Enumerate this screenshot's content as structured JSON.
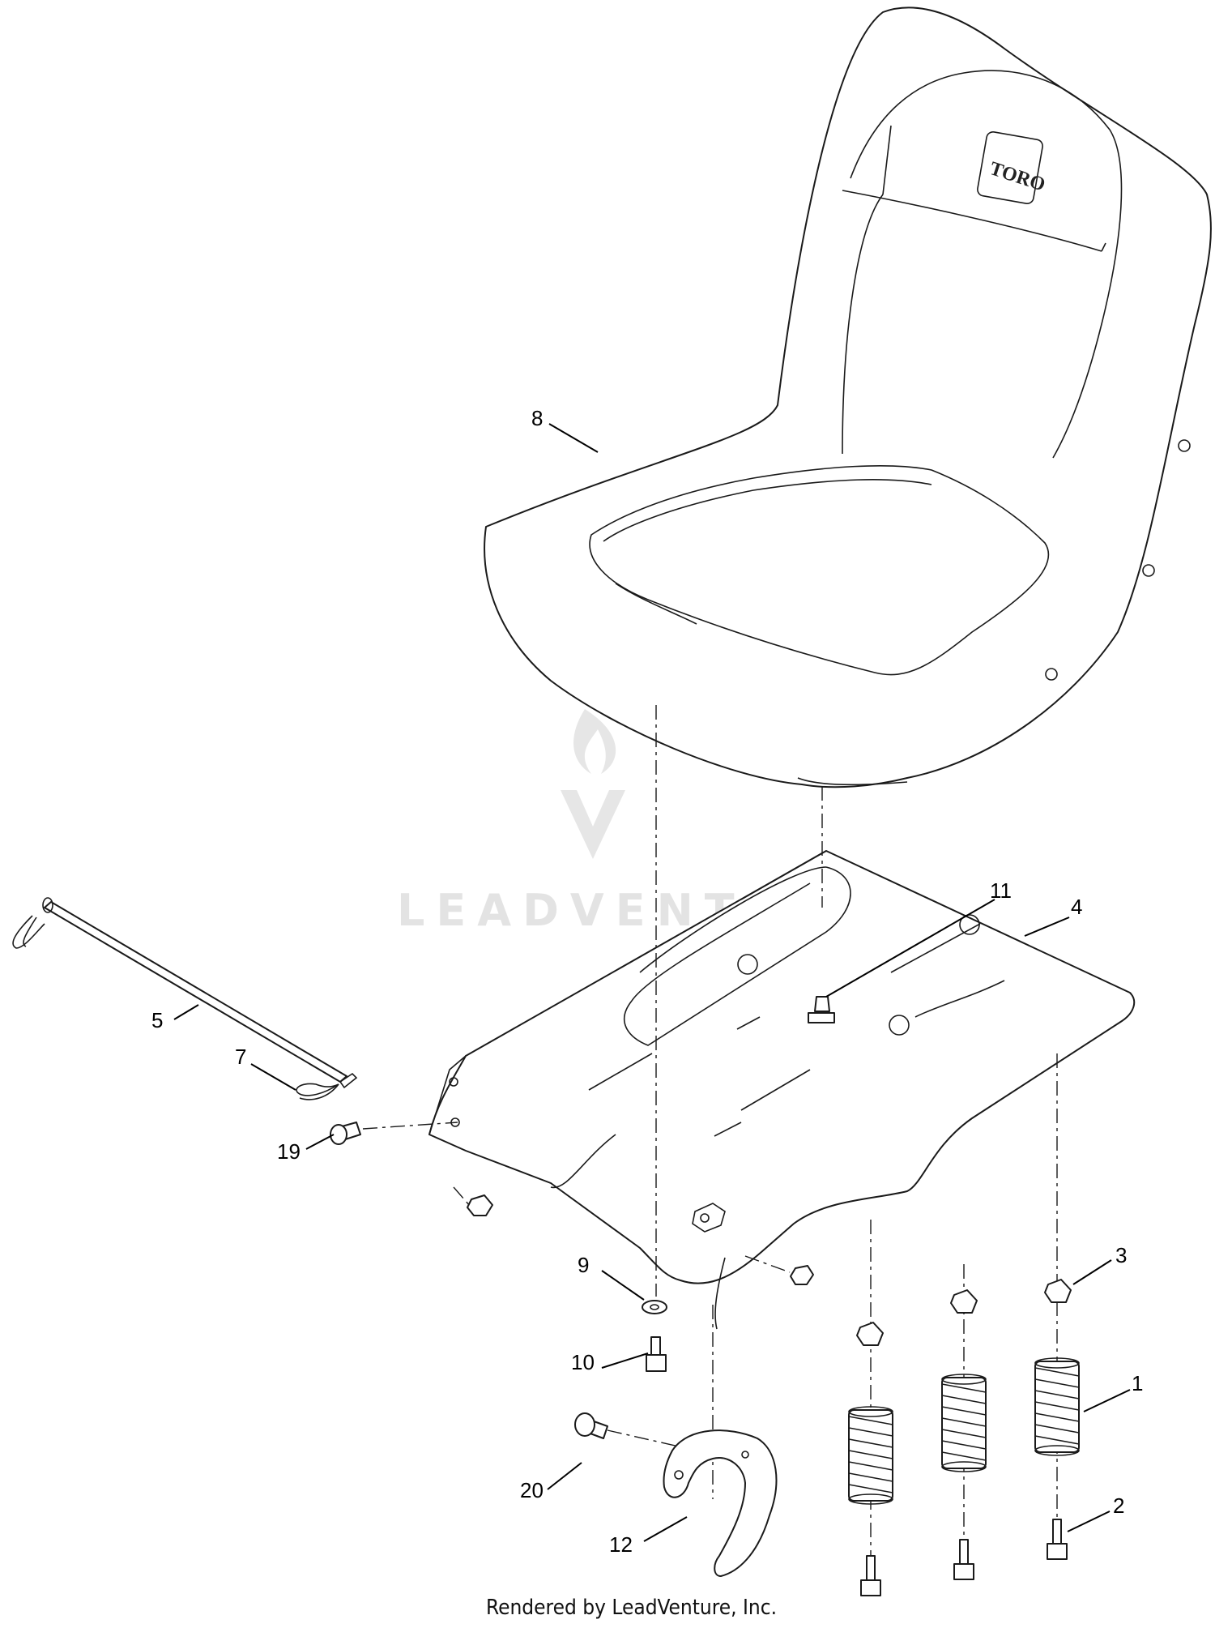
{
  "diagram": {
    "brand_mark": "TORO",
    "watermark_text": "LEADVENTURE",
    "footer_text": "Rendered by LeadVenture, Inc.",
    "callouts": [
      "1",
      "2",
      "3",
      "4",
      "5",
      "7",
      "8",
      "9",
      "10",
      "11",
      "12",
      "19",
      "20"
    ]
  }
}
